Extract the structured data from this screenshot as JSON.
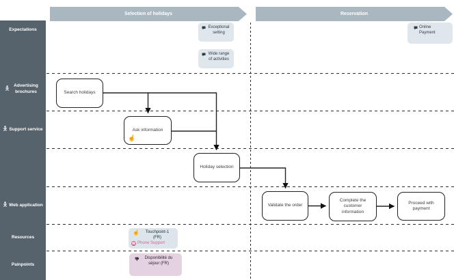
{
  "phases": [
    {
      "label": "Selection of holidays"
    },
    {
      "label": "Reservation"
    }
  ],
  "lanes": [
    {
      "label": "Expectations",
      "has_actor_icon": false
    },
    {
      "label": "Advertising brochures",
      "has_actor_icon": true
    },
    {
      "label": "Support service",
      "has_actor_icon": true
    },
    {
      "label": "Web application",
      "has_actor_icon": true
    },
    {
      "label": "Resources",
      "has_actor_icon": false
    },
    {
      "label": "Painpoints",
      "has_actor_icon": false
    }
  ],
  "nodes": [
    {
      "label": "Search holidays"
    },
    {
      "label": "Ask information"
    },
    {
      "label": "Holiday selection"
    },
    {
      "label": "Validate the order"
    },
    {
      "label": "Complete the customer information"
    },
    {
      "label": "Proceed with payment"
    }
  ],
  "notes": [
    {
      "label": "Exceptional setting"
    },
    {
      "label": "Wide range of activities"
    },
    {
      "label": "Online Payment"
    }
  ],
  "resources": {
    "touchpoint_label": "Touchpoint-1 (FR)",
    "phone_label": "Phone Support"
  },
  "painpoints": {
    "label": "Disponibilité du séjour (FR)"
  },
  "colors": {
    "sidebar": "#57636c",
    "phase_banner": "#a9b7c0",
    "note_background": "#dfe7ec",
    "painpoint_background": "#e5d2e1",
    "phone_accent": "#d6537e"
  }
}
